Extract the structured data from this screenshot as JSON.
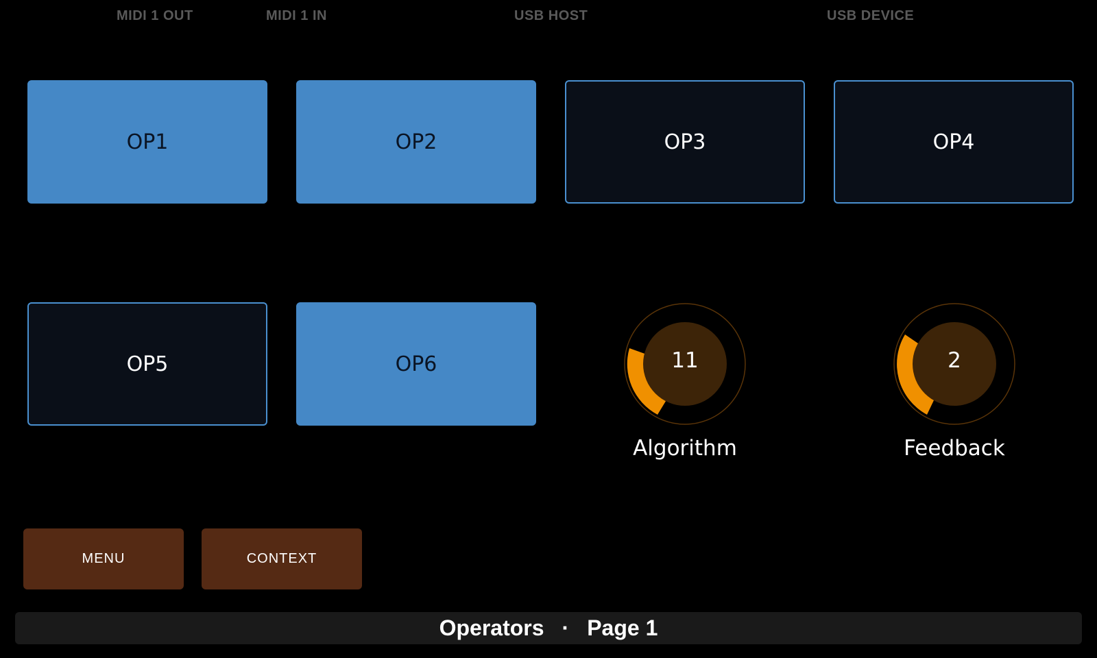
{
  "status_bar": {
    "midi_out": "MIDI 1 OUT",
    "midi_in": "MIDI 1 IN",
    "usb_host": "USB HOST",
    "usb_device": "USB DEVICE",
    "text_color": "#5a5a5a"
  },
  "operators": [
    {
      "label": "OP1",
      "active": true
    },
    {
      "label": "OP2",
      "active": true
    },
    {
      "label": "OP3",
      "active": false
    },
    {
      "label": "OP4",
      "active": false
    },
    {
      "label": "OP5",
      "active": false
    },
    {
      "label": "OP6",
      "active": true
    }
  ],
  "knobs": {
    "algorithm": {
      "value": "11",
      "label": "Algorithm"
    },
    "feedback": {
      "value": "2",
      "label": "Feedback"
    }
  },
  "buttons": {
    "menu": "MENU",
    "context": "CONTEXT"
  },
  "footer": {
    "title": "Operators",
    "separator": "·",
    "page": "Page 1"
  },
  "colors": {
    "background": "#000000",
    "operator_active": "#4588c6",
    "operator_inactive": "#0a0f18",
    "operator_border": "#4a90d0",
    "knob_arc": "#f09000",
    "knob_center": "#3d2408",
    "knob_track": "#5a3408",
    "button": "#552a14",
    "footer_bg": "#1a1a1a"
  }
}
